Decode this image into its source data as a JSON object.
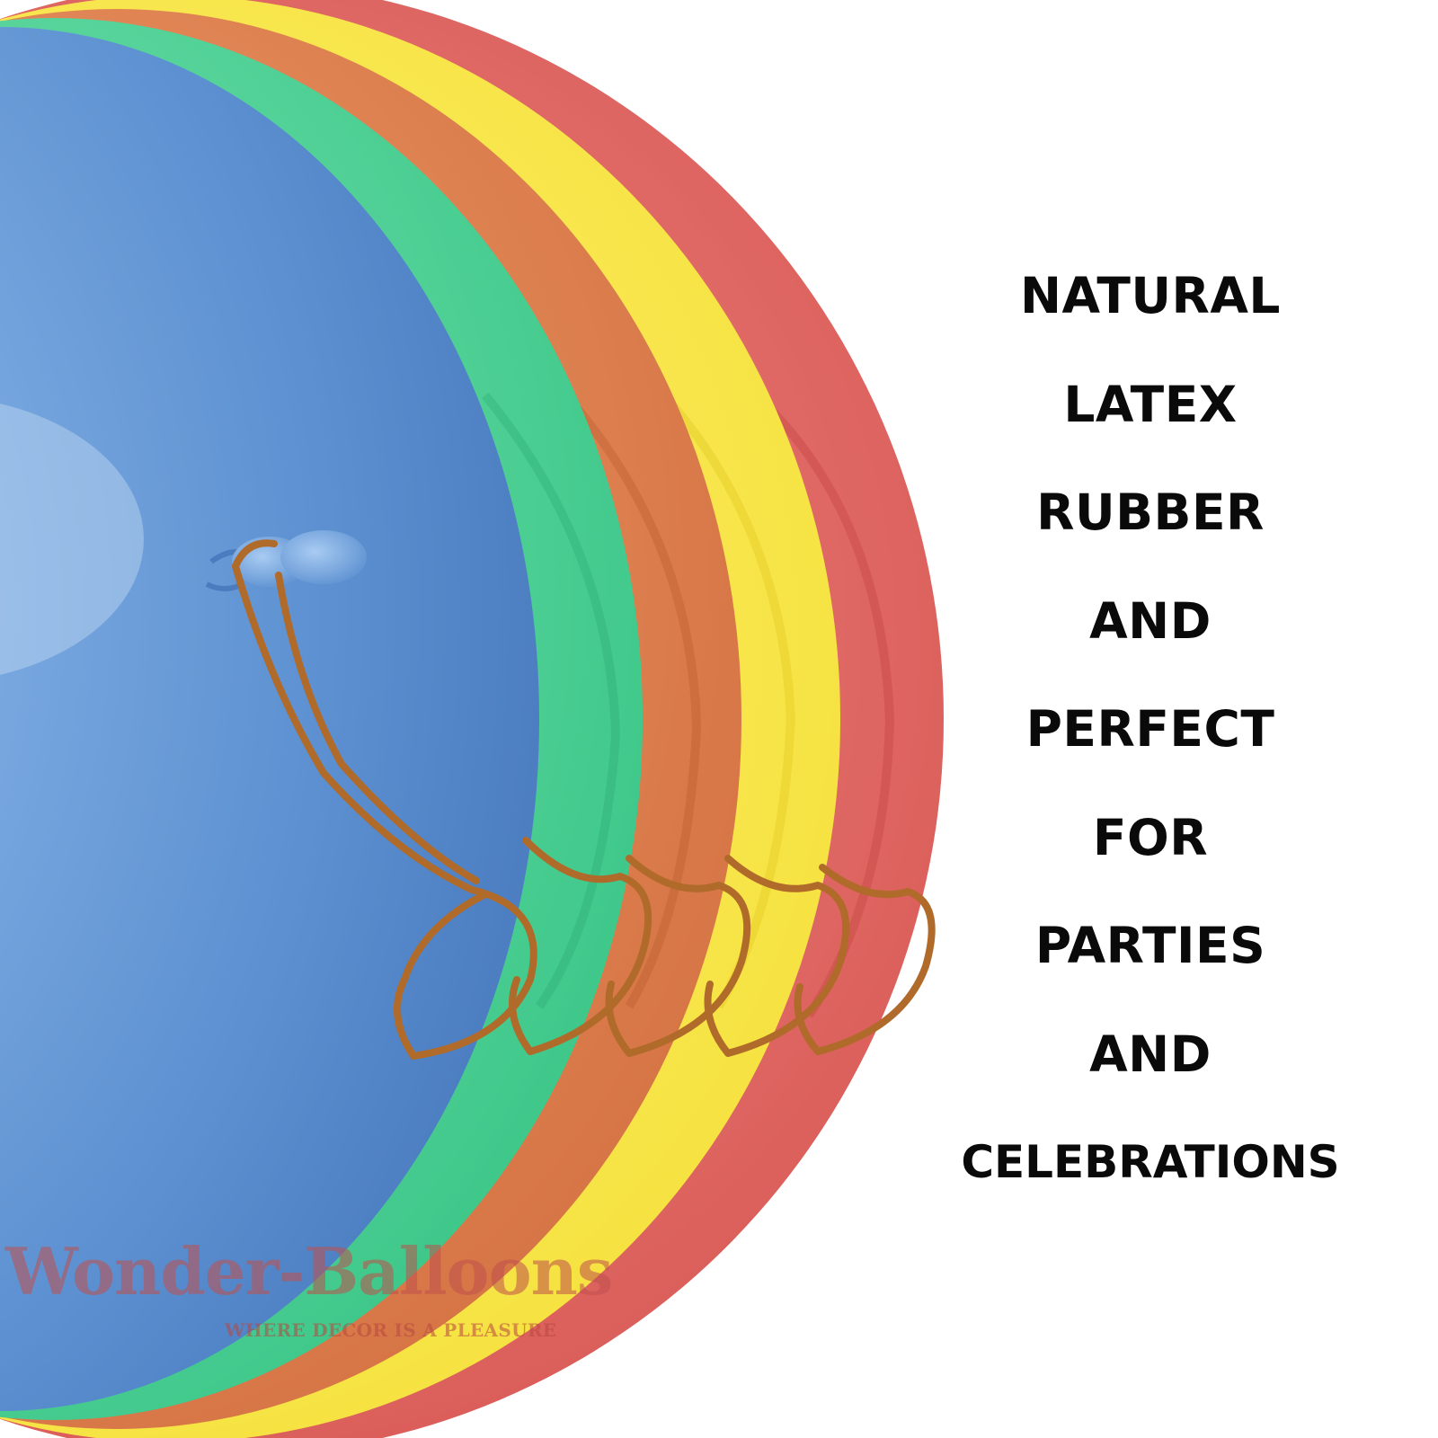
{
  "headline": {
    "lines": [
      "NATURAL",
      "LATEX",
      "RUBBER",
      "AND",
      "PERFECT",
      "FOR",
      "PARTIES",
      "AND",
      "CELEBRATIONS"
    ]
  },
  "watermark": {
    "brand": "Wonder-Balloons",
    "tagline": "WHERE DECOR IS A PLEASURE"
  },
  "balloons": [
    {
      "color": "red",
      "hex": "#d9534f"
    },
    {
      "color": "yellow",
      "hex": "#f7e43a"
    },
    {
      "color": "orange",
      "hex": "#e07a45"
    },
    {
      "color": "green",
      "hex": "#3ecf8e"
    },
    {
      "color": "blue",
      "hex": "#5b8fd0"
    }
  ],
  "band_color": "#b06a2a"
}
